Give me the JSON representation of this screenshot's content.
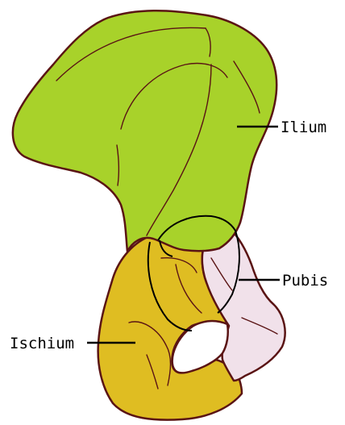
{
  "labels": {
    "ilium": "Ilium",
    "pubis": "Pubis",
    "ischium": "Ischium"
  },
  "colors": {
    "ilium": "#a8d22a",
    "pubis": "#f1e1ea",
    "ischium": "#dfbd22",
    "outline": "#5a1414",
    "foramen": "#ffffff"
  }
}
